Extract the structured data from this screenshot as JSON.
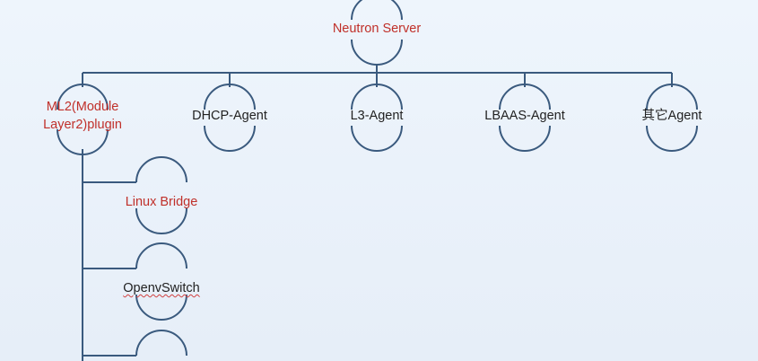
{
  "colors": {
    "line": "#3a5a7e",
    "highlight_text": "#c0302a",
    "normal_text": "#222222"
  },
  "root": {
    "label": "Neutron Server"
  },
  "agents": [
    {
      "id": "ml2",
      "label_lines": [
        "ML2(Module",
        "Layer2)plugin"
      ]
    },
    {
      "id": "dhcp",
      "label": "DHCP-Agent"
    },
    {
      "id": "l3",
      "label": "L3-Agent"
    },
    {
      "id": "lbaas",
      "label": "LBAAS-Agent"
    },
    {
      "id": "other",
      "label": "其它Agent"
    }
  ],
  "drivers": [
    {
      "id": "linux-bridge",
      "label": "Linux Bridge"
    },
    {
      "id": "openvswitch",
      "label": "OpenvSwitch"
    },
    {
      "id": "third",
      "label": ""
    }
  ]
}
